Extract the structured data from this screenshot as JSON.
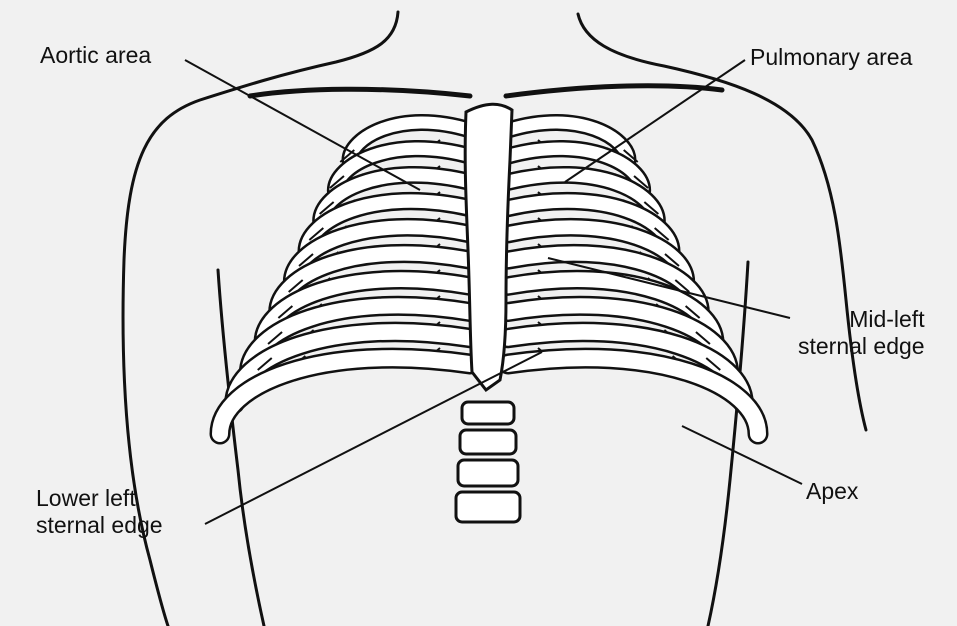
{
  "labels": {
    "aortic": "Aortic area",
    "pulmonary": "Pulmonary area",
    "mid_left": [
      "Mid-left",
      "sternal edge"
    ],
    "apex": "Apex",
    "lower_left": [
      "Lower left",
      "sternal edge"
    ]
  },
  "colors": {
    "ink": "#111111",
    "bone": "#ffffff",
    "background": "#f1f1f1"
  },
  "rib_count_per_side": 10
}
